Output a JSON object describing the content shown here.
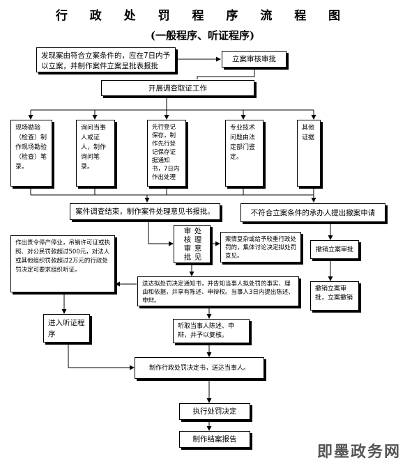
{
  "title": "行 政 处 罚 程 序 流 程 图",
  "subtitle": "(一般程序、听证程序)",
  "nodes": {
    "discover_case": "发现案由符合立案条件的，应在7日内予以立案，并制作案件立案呈批表报批",
    "case_approval": "立案审核审批",
    "investigation": "开展调查取证工作",
    "inspection": "现场勘验（检查）制作现场勘验（检查）笔录。",
    "inquiry": "询问当事人或证人，制作询问笔录。",
    "preservation": "先行登记保存，制作先行登记保存证据通知书，7日内作出处理",
    "expert_appraisal": "专业技术问题由法定部门鉴定。",
    "other_evidence": "其他证据",
    "investigation_end": "案件调查结束，制作案件处理意见书报批。",
    "withdraw_proposal": "不符合立案条件的承办人提出撤案申请",
    "review_approval": "处理意见审核审批",
    "collective_discussion": "案情复杂或给予较重行政处罚的，集体讨论决定拟处罚意见。",
    "withdraw_approval": "撤销立案审批",
    "withdraw_decision": "撤销立案审批，立案撤销",
    "hearing_notice": "作出责令停产停业，吊销许可证或执照、对公民罚款超过500元，对法人或其他组织罚款超过2万元的行政处罚决定可要求组织听证。",
    "notice_prior": "送达拟处罚决定通知书，并告知当事人拟处罚的事实、理由和依据，并享有陈述、申辩权。当事人3日内提出陈述、申辩。",
    "enter_hearing": "进入听证程序",
    "listen_defense": "听取当事人陈述、申辩，并予以复核。",
    "penalty_decision": "制作行政处罚决定书，送达当事人。",
    "execute": "执行处罚决定",
    "closing_report": "制作结案报告"
  },
  "watermark": "即墨政务网"
}
